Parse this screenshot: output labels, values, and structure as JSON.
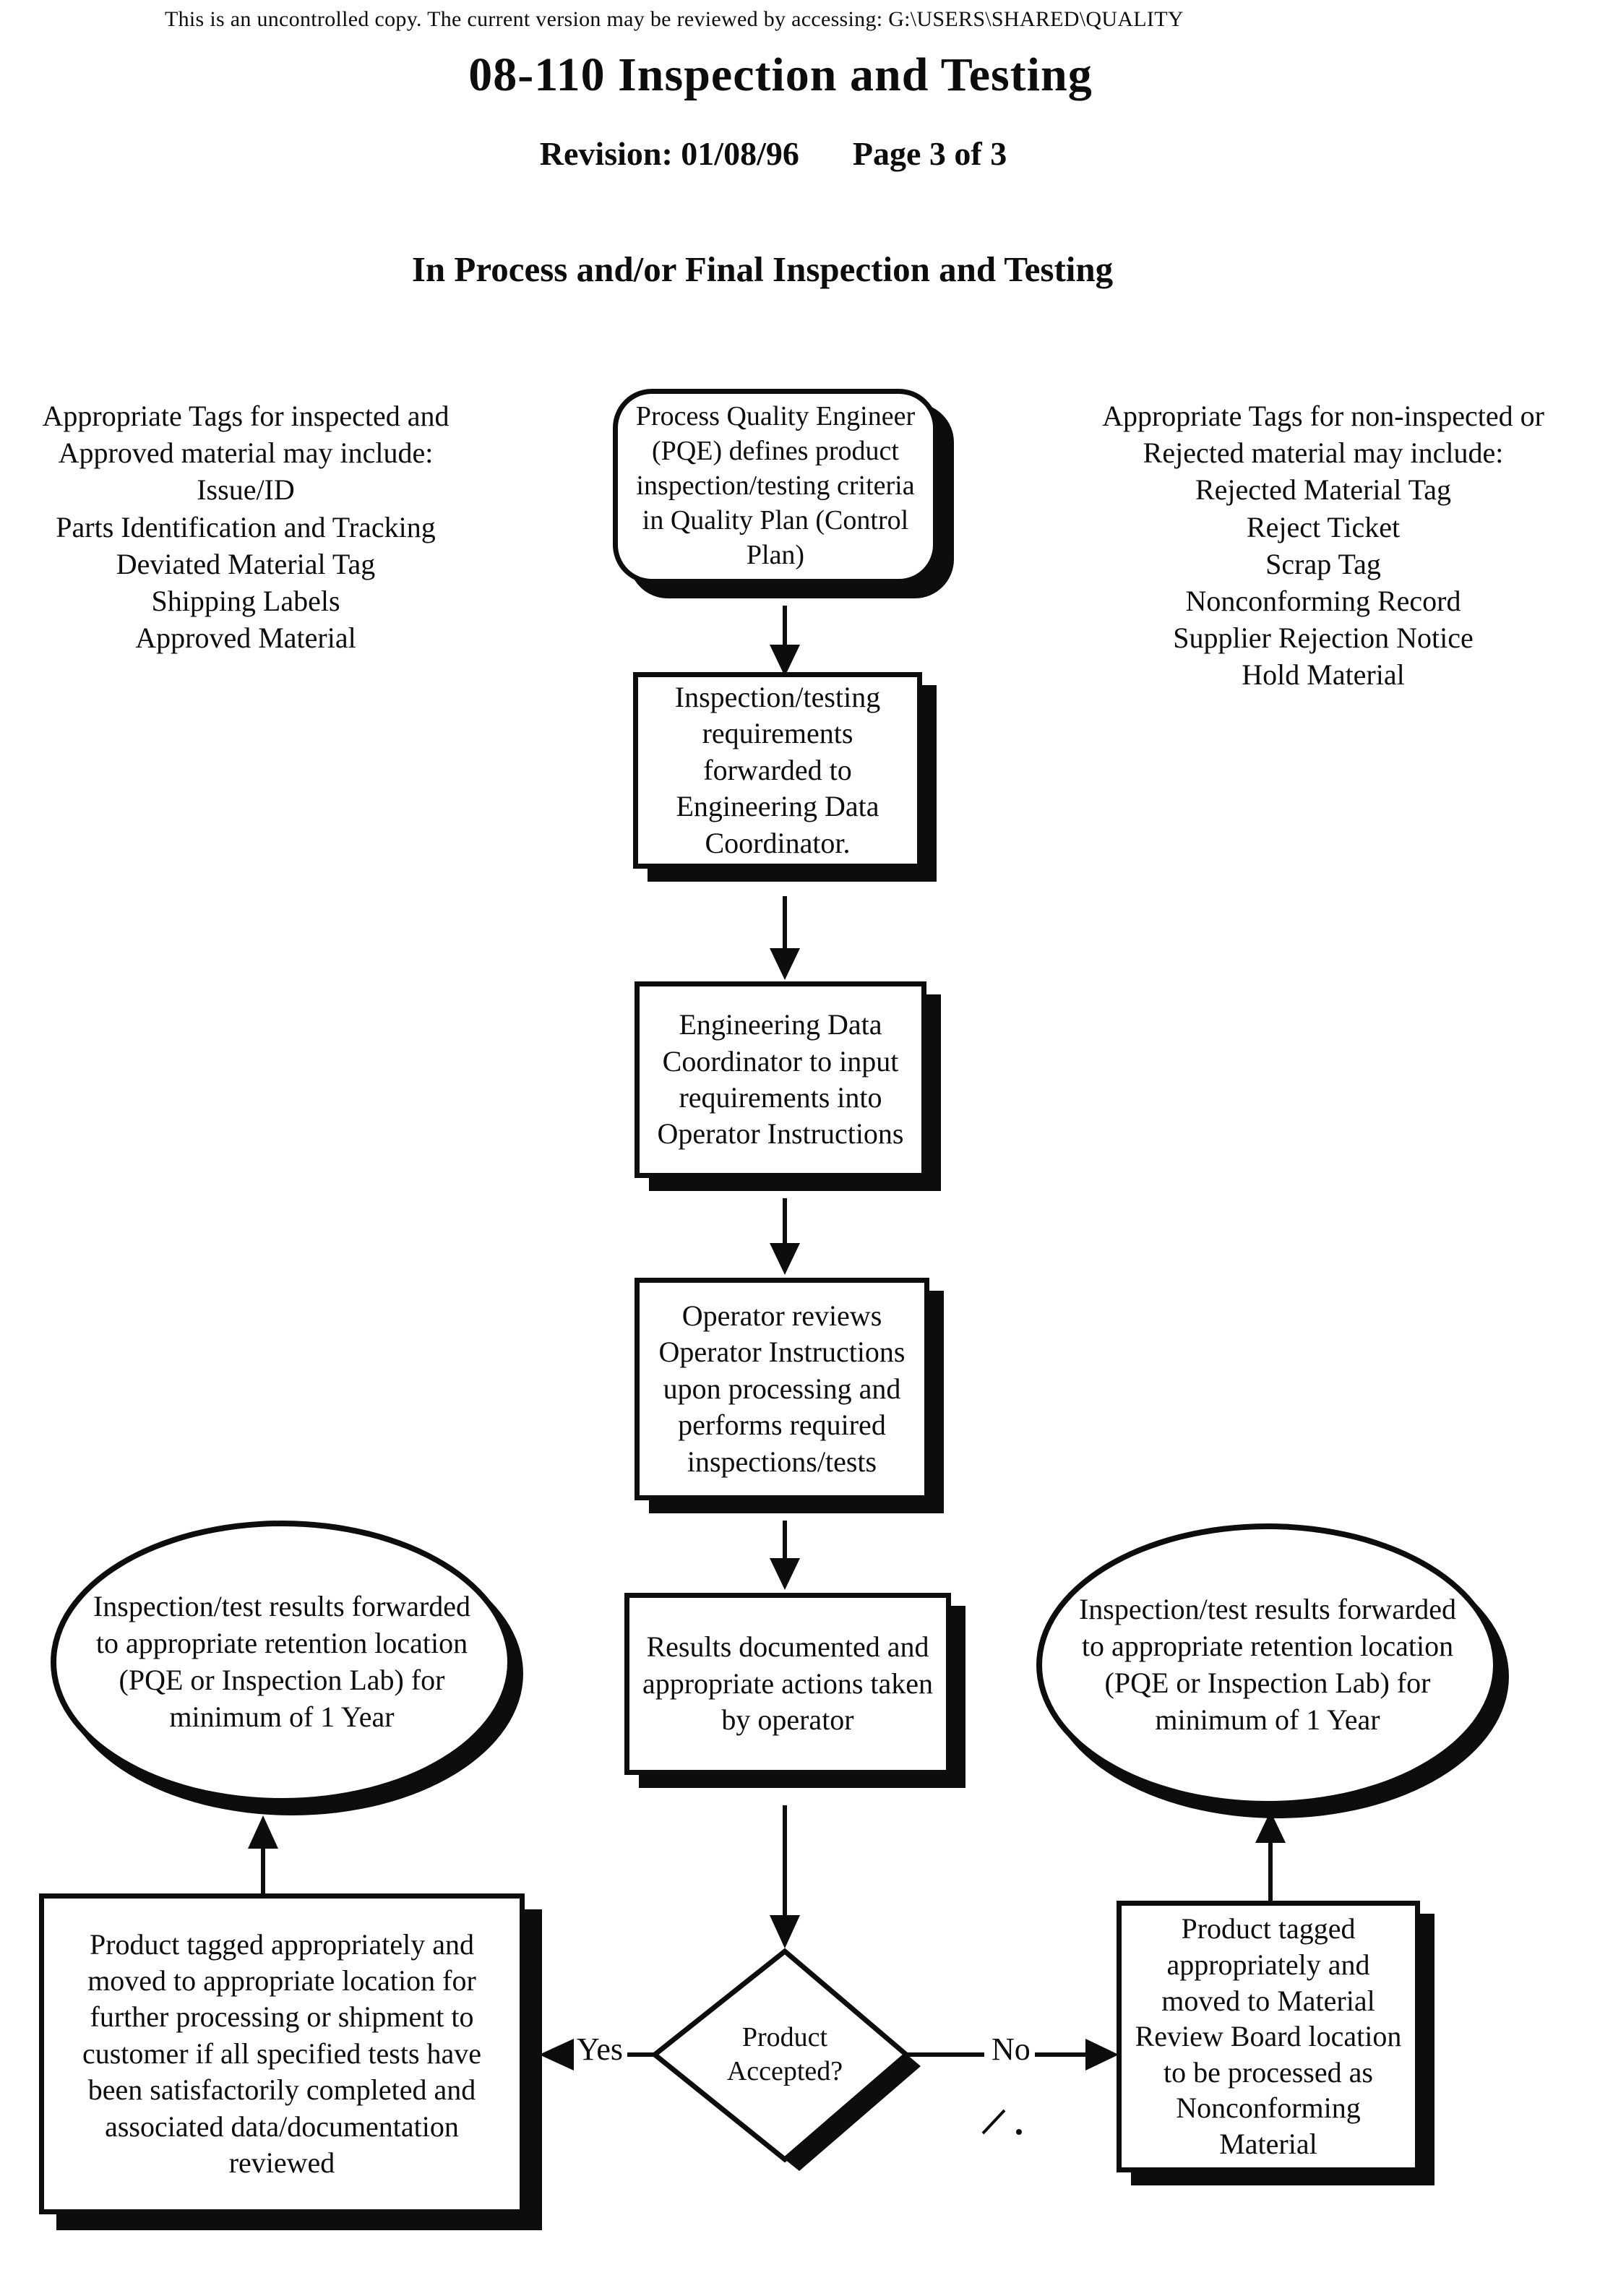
{
  "page": {
    "header_note": "This is an uncontrolled copy.  The current version may be reviewed by accessing:  G:\\USERS\\SHARED\\QUALITY",
    "title": "08-110 Inspection and Testing",
    "revision_label": "Revision:  01/08/96",
    "page_label": "Page 3 of 3",
    "subtitle": "In Process and/or Final Inspection and Testing"
  },
  "annotations": {
    "approved_tags": [
      "Appropriate Tags for inspected and",
      "Approved material may include:",
      "Issue/ID",
      "Parts Identification and Tracking",
      "Deviated Material Tag",
      "Shipping Labels",
      "Approved Material"
    ],
    "rejected_tags": [
      "Appropriate Tags for non-inspected or",
      "Rejected material may include:",
      "Rejected Material Tag",
      "Reject Ticket",
      "Scrap Tag",
      "Nonconforming Record",
      "Supplier Rejection Notice",
      "Hold Material"
    ]
  },
  "flowchart": {
    "start_step": [
      "Process Quality Engineer",
      "(PQE) defines product",
      "inspection/testing criteria",
      "in Quality Plan (Control",
      "Plan)"
    ],
    "step_forward_requirements": [
      "Inspection/testing",
      "requirements",
      "forwarded to",
      "Engineering Data",
      "Coordinator."
    ],
    "step_input_requirements": [
      "Engineering Data",
      "Coordinator to input",
      "requirements into",
      "Operator Instructions"
    ],
    "step_operator_reviews": [
      "Operator reviews",
      "Operator Instructions",
      "upon processing and",
      "performs required",
      "inspections/tests"
    ],
    "step_results_documented": [
      "Results documented and",
      "appropriate actions taken",
      "by operator"
    ],
    "left_retention_ellipse": [
      "Inspection/test results forwarded",
      "to appropriate retention location",
      "(PQE or Inspection Lab) for",
      "minimum of 1 Year"
    ],
    "right_retention_ellipse": [
      "Inspection/test results forwarded",
      "to appropriate retention location",
      "(PQE or Inspection Lab) for",
      "minimum of 1 Year"
    ],
    "decision": [
      "Product",
      "Accepted?"
    ],
    "yes_label": "Yes",
    "no_label": "No",
    "yes_outcome": [
      "Product tagged appropriately and",
      "moved to appropriate location for",
      "further processing or shipment to",
      "customer if all specified tests have",
      "been satisfactorily completed and",
      "associated data/documentation",
      "reviewed"
    ],
    "no_outcome": [
      "Product tagged",
      "appropriately and",
      "moved to Material",
      "Review Board location",
      "to be processed as",
      "Nonconforming",
      "Material"
    ]
  },
  "colors": {
    "ink": "#0d0d0d",
    "paper": "#ffffff"
  }
}
